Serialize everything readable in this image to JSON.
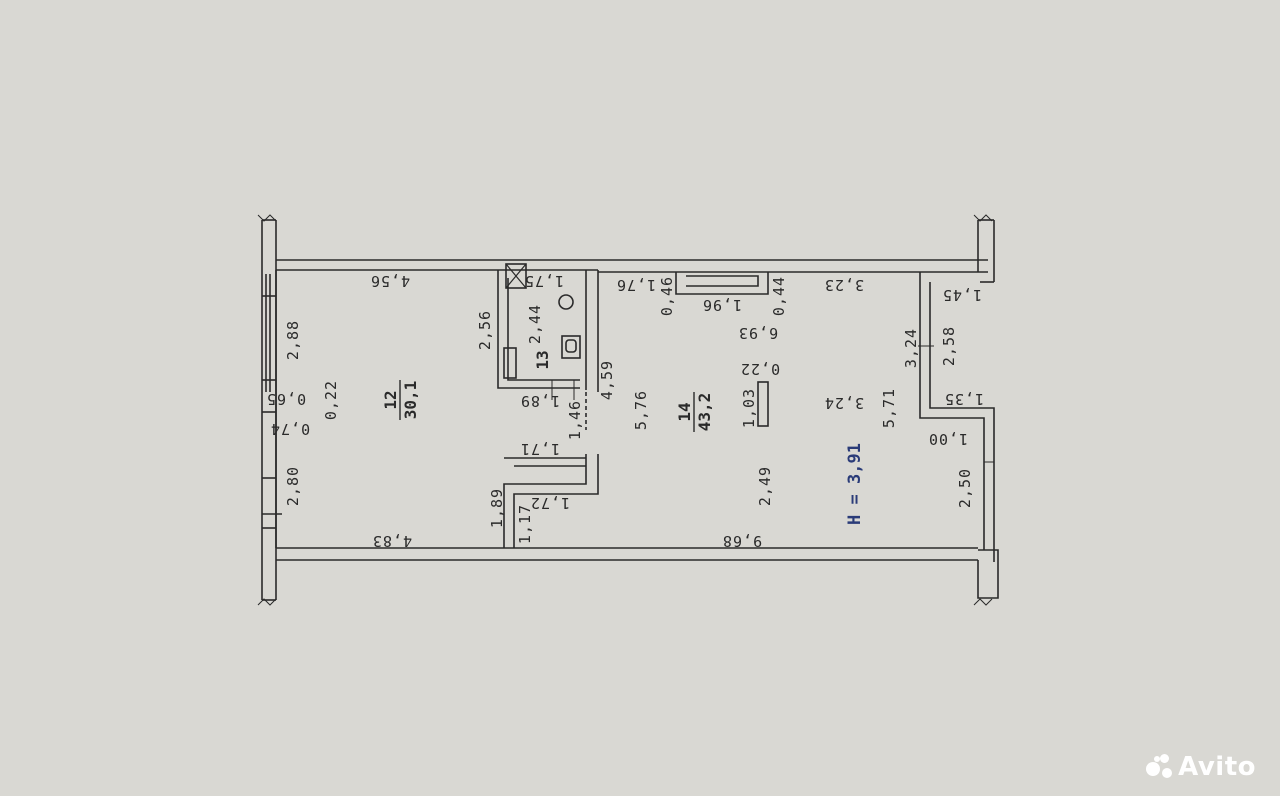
{
  "plan": {
    "rooms": [
      {
        "number": "12",
        "area": "30,1"
      },
      {
        "number": "13",
        "area": ""
      },
      {
        "number": "14",
        "area": "43,2"
      }
    ],
    "height_label": "H = 3,91",
    "dimensions": {
      "d456": "4,56",
      "d175": "1,75",
      "d176": "1,76",
      "d323": "3,23",
      "d145": "1,45",
      "d288": "2,88",
      "d256": "2,56",
      "d244": "2,44",
      "d046": "0,46",
      "d196": "1,96",
      "d044": "0,44",
      "d693": "6,93",
      "d324a": "3,24",
      "d258": "2,58",
      "d065": "0,65",
      "d022a": "0,22",
      "d189": "1,89",
      "d459": "4,59",
      "d576": "5,76",
      "d022b": "0,22",
      "d324b": "3,24",
      "d571": "5,71",
      "d135": "1,35",
      "d074": "0,74",
      "d146": "1,46",
      "d103": "1,03",
      "d100": "1,00",
      "d171": "1,71",
      "d280": "2,80",
      "d249": "2,49",
      "d250": "2,50",
      "d189b": "1,89",
      "d117": "1,17",
      "d172": "1,72",
      "d483": "4,83",
      "d968": "9,68"
    }
  },
  "watermark": {
    "text": "Avito",
    "color": "#ffffff"
  },
  "colors": {
    "line": "#2a2a2a",
    "paper": "#d9d8d3",
    "height_label": "#2a3b78"
  }
}
